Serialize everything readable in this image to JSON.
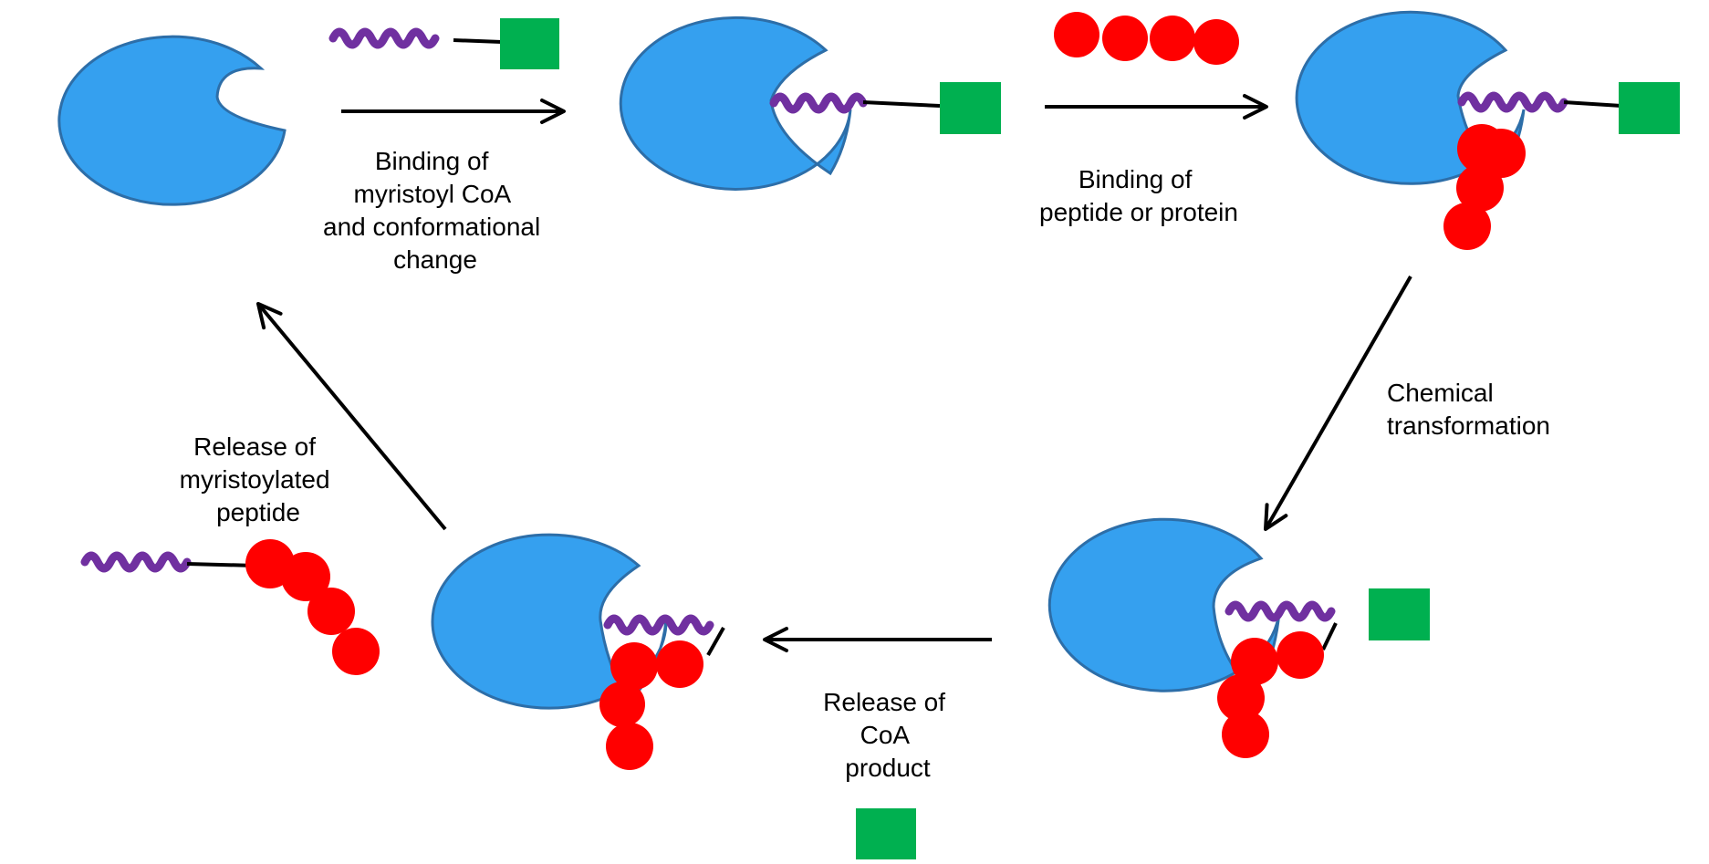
{
  "colors": {
    "enzyme": "#35a0ef",
    "enzyme_stroke": "#2d6ea8",
    "myristoyl_chain": "#7030a0",
    "coa": "#00b050",
    "peptide": "#ff0000",
    "arrow": "#000000"
  },
  "labels": {
    "step1": [
      "Binding of",
      "myristoyl CoA",
      "and conformational",
      "change"
    ],
    "step2": [
      "Binding of",
      "peptide or protein"
    ],
    "step3": [
      "Chemical",
      "transformation"
    ],
    "step4": [
      "Release of",
      "CoA",
      "product"
    ],
    "step5": [
      "Release of",
      "myristoylated",
      "peptide"
    ]
  }
}
